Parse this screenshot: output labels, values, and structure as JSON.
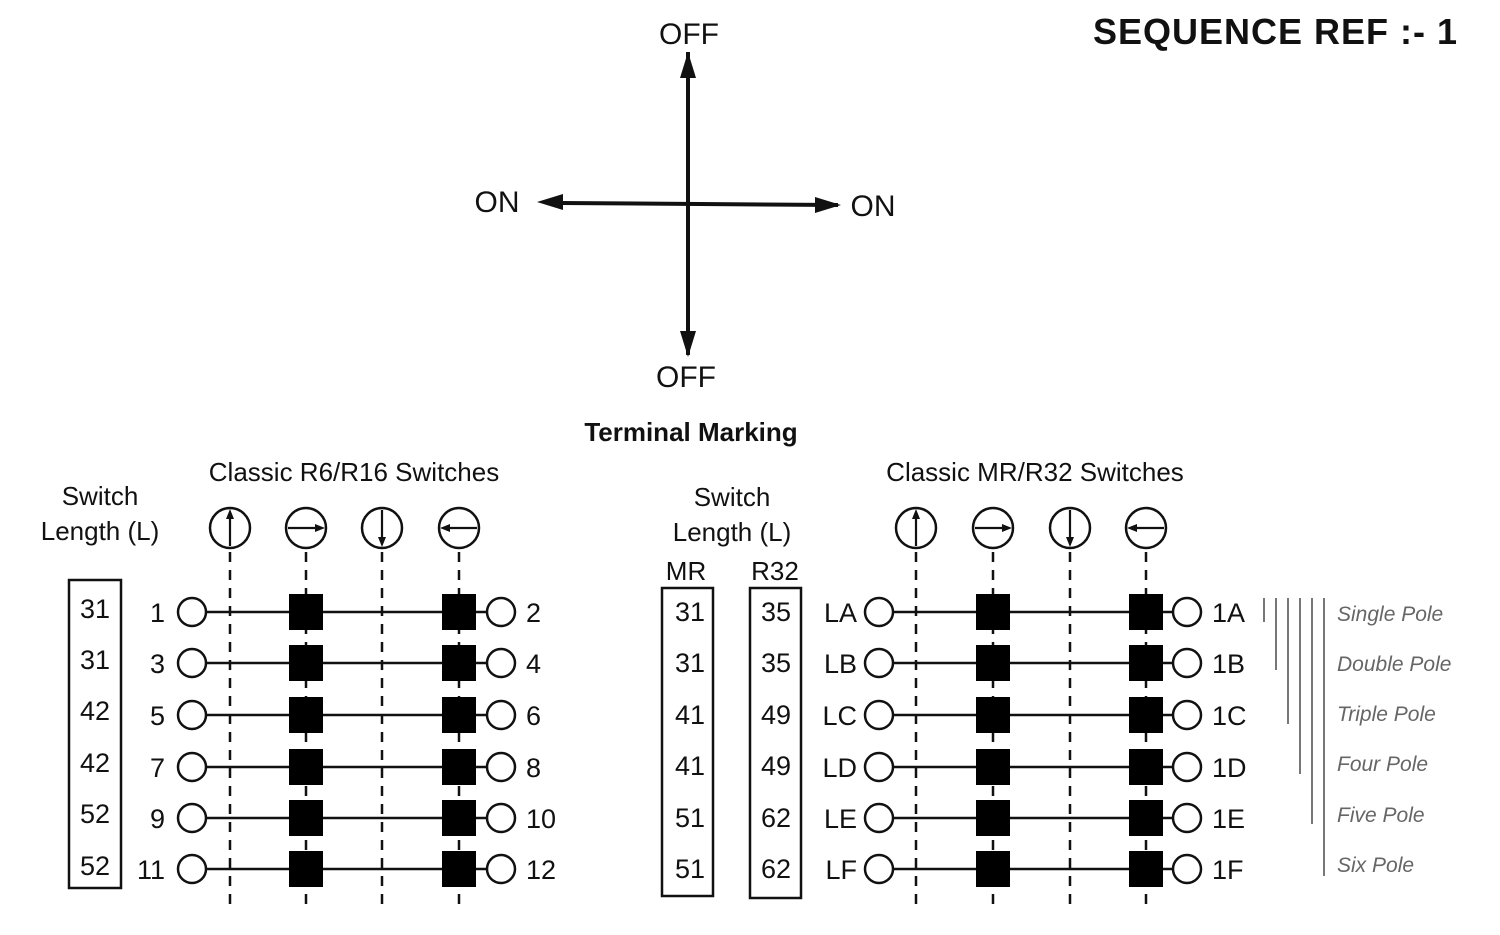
{
  "title": "SEQUENCE  REF :- 1",
  "compass": {
    "top": "OFF",
    "bottom": "OFF",
    "left": "ON",
    "right": "ON"
  },
  "subtitle": "Terminal Marking",
  "left": {
    "header": "Classic R6/R16 Switches",
    "length_label_1": "Switch",
    "length_label_2": "Length (L)",
    "lengths": [
      "31",
      "31",
      "42",
      "42",
      "52",
      "52"
    ],
    "left_terms": [
      "1",
      "3",
      "5",
      "7",
      "9",
      "11"
    ],
    "right_terms": [
      "2",
      "4",
      "6",
      "8",
      "10",
      "12"
    ],
    "position_icons": [
      "arrow-up-icon",
      "arrow-right-icon",
      "arrow-down-icon",
      "arrow-left-icon"
    ]
  },
  "right": {
    "header": "Classic MR/R32 Switches",
    "length_label_1": "Switch",
    "length_label_2": "Length (L)",
    "col_mr": "MR",
    "col_r32": "R32",
    "lengths_mr": [
      "31",
      "31",
      "41",
      "41",
      "51",
      "51"
    ],
    "lengths_r32": [
      "35",
      "35",
      "49",
      "49",
      "62",
      "62"
    ],
    "left_terms": [
      "LA",
      "LB",
      "LC",
      "LD",
      "LE",
      "LF"
    ],
    "right_terms": [
      "1A",
      "1B",
      "1C",
      "1D",
      "1E",
      "1F"
    ],
    "position_icons": [
      "arrow-up-icon",
      "arrow-right-icon",
      "arrow-down-icon",
      "arrow-left-icon"
    ]
  },
  "poles": [
    "Single Pole",
    "Double Pole",
    "Triple Pole",
    "Four Pole",
    "Five Pole",
    "Six Pole"
  ]
}
